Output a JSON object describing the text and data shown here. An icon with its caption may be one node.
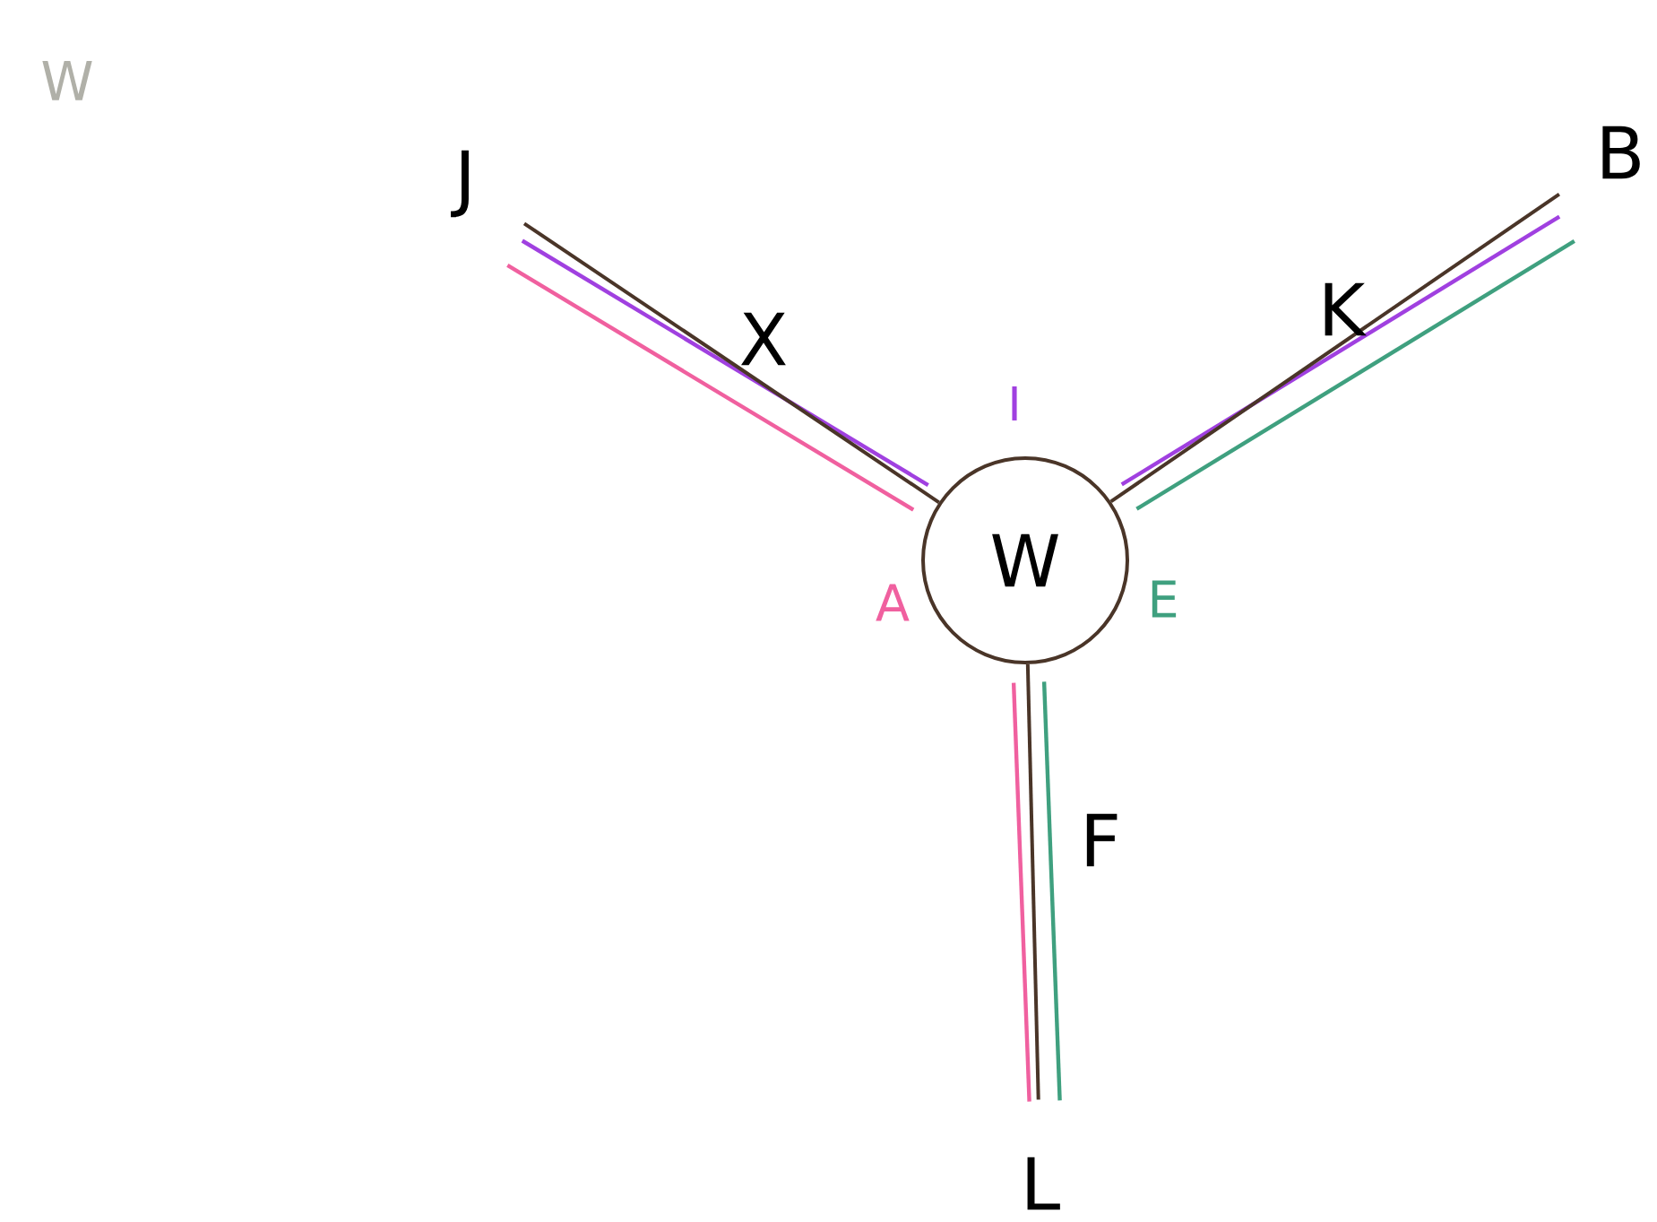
{
  "diagram": {
    "nodes": [
      {
        "text": [
          "W"
        ]
      },
      {
        "text": [
          "J"
        ]
      },
      {
        "text": [
          "B"
        ]
      },
      {
        "text": [
          "L"
        ]
      }
    ],
    "edges": [
      {
        "from": 0,
        "to": 1,
        "arrow": "none",
        "label": "X"
      },
      {
        "from": 0,
        "to": 2,
        "arrow": "none",
        "label": "K"
      },
      {
        "from": 0,
        "to": 3,
        "arrow": "none",
        "label": "F"
      }
    ],
    "labels": [
      "W",
      "I",
      "A",
      "E"
    ]
  }
}
